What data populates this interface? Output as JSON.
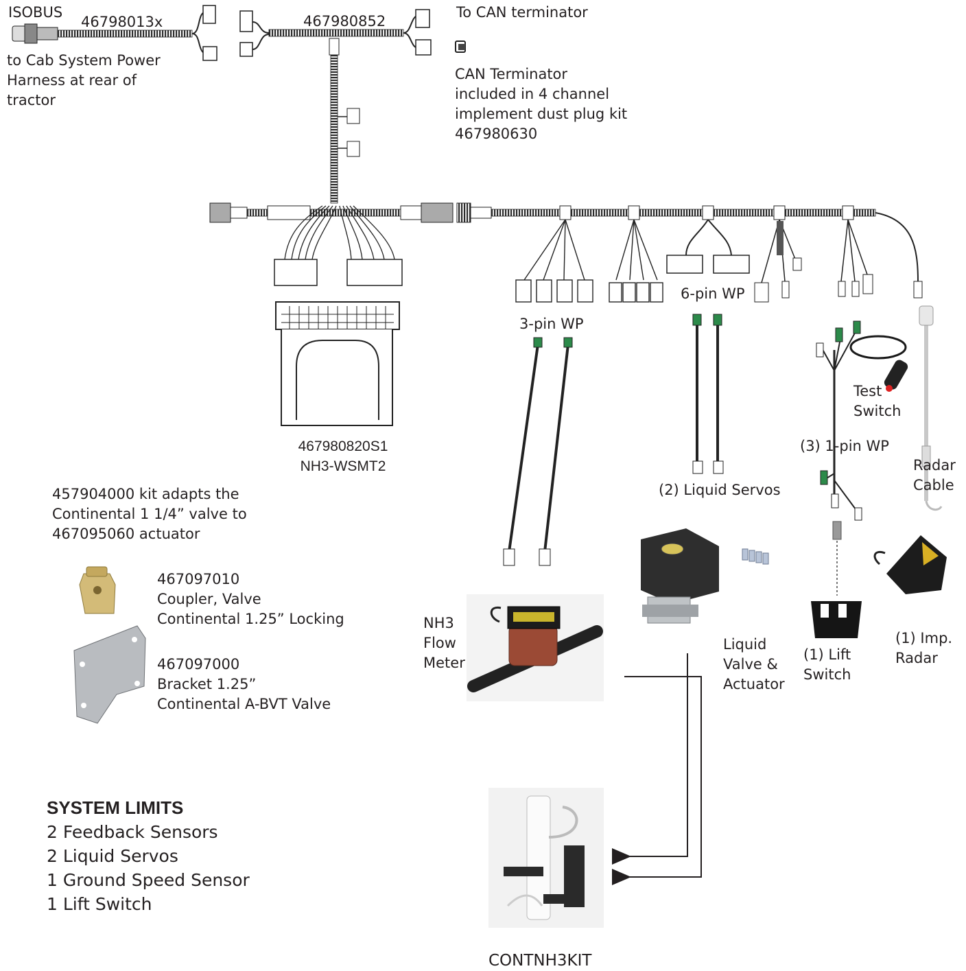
{
  "labels": {
    "isobus": "ISOBUS",
    "harness_a": "46798013x",
    "cab_power": [
      "to Cab System Power",
      "Harness at rear of",
      "tractor"
    ],
    "harness_b": "467980852",
    "to_can_terminator": "To CAN terminator",
    "can_terminator": [
      "CAN Terminator",
      "included in 4 channel",
      "implement dust plug kit",
      "467980630"
    ],
    "module": [
      "467980820S1",
      "NH3-WSMT2"
    ],
    "three_pin": "3-pin WP",
    "six_pin": "6-pin WP",
    "test_switch": [
      "Test",
      "Switch"
    ],
    "one_pin": "(3) 1-pin WP",
    "radar_cable": [
      "Radar",
      "Cable"
    ],
    "liquid_servos": "(2) Liquid Servos",
    "kit_note": [
      "457904000 kit adapts the",
      "Continental 1 1/4” valve to",
      "467095060 actuator"
    ],
    "coupler": [
      "467097010",
      "Coupler, Valve",
      "Continental 1.25” Locking"
    ],
    "bracket": [
      "467097000",
      "Bracket 1.25”",
      "Continental A-BVT Valve"
    ],
    "flow_meter": [
      "NH3",
      "Flow",
      "Meter"
    ],
    "liquid_valve": [
      "Liquid",
      "Valve &",
      "Actuator"
    ],
    "lift_switch": [
      "(1) Lift",
      "Switch"
    ],
    "imp_radar": [
      "(1) Imp.",
      "Radar"
    ],
    "kit": "CONTNH3KIT"
  },
  "system_limits": {
    "title": "SYSTEM LIMITS",
    "items": [
      "2 Feedback Sensors",
      "2 Liquid Servos",
      "1 Ground Speed Sensor",
      "1 Lift Switch"
    ]
  },
  "colors": {
    "ink": "#231f20",
    "cable": "#3a3a3a",
    "tan": "#c9b06a",
    "meter_red": "#9b4a35",
    "gray": "#9a9a9a"
  }
}
